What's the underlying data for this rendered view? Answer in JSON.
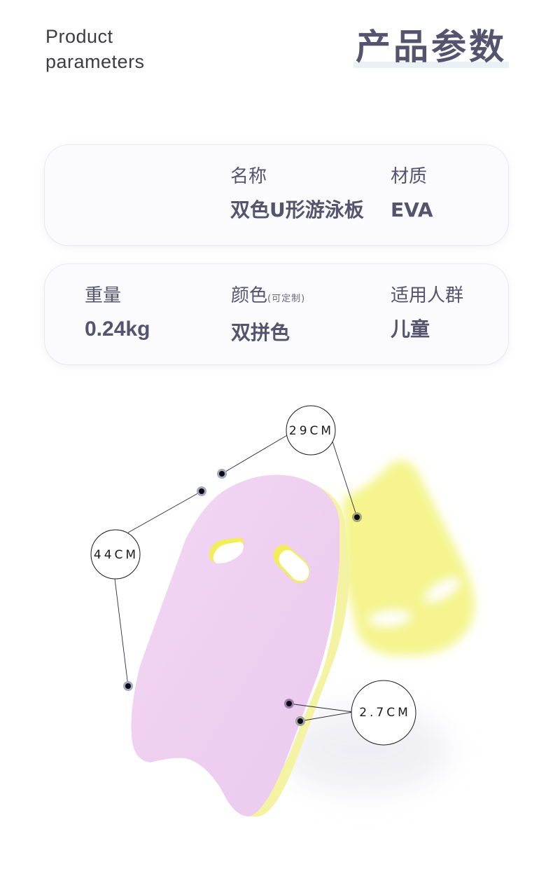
{
  "header": {
    "title_en_line1": "Product",
    "title_en_line2": "parameters",
    "title_cn": "产品参数"
  },
  "params_row1": [
    {
      "label": "名称",
      "value": "双色U形游泳板"
    },
    {
      "label": "材质",
      "value": "EVA"
    }
  ],
  "params_row2": [
    {
      "label": "重量",
      "note": "",
      "value": "0.24kg"
    },
    {
      "label": "颜色",
      "note": "(可定制)",
      "value": "双拼色"
    },
    {
      "label": "适用人群",
      "note": "",
      "value": "儿童"
    }
  ],
  "product_image": {
    "description": "two-color U-shaped kickboard, pink front and yellow back",
    "colors": {
      "front": "#f0d2f0",
      "back": "#f6f59a",
      "line": "#2a2a3a"
    },
    "dimensions": {
      "width": "29CM",
      "length": "44CM",
      "thickness": "2.7CM"
    }
  }
}
